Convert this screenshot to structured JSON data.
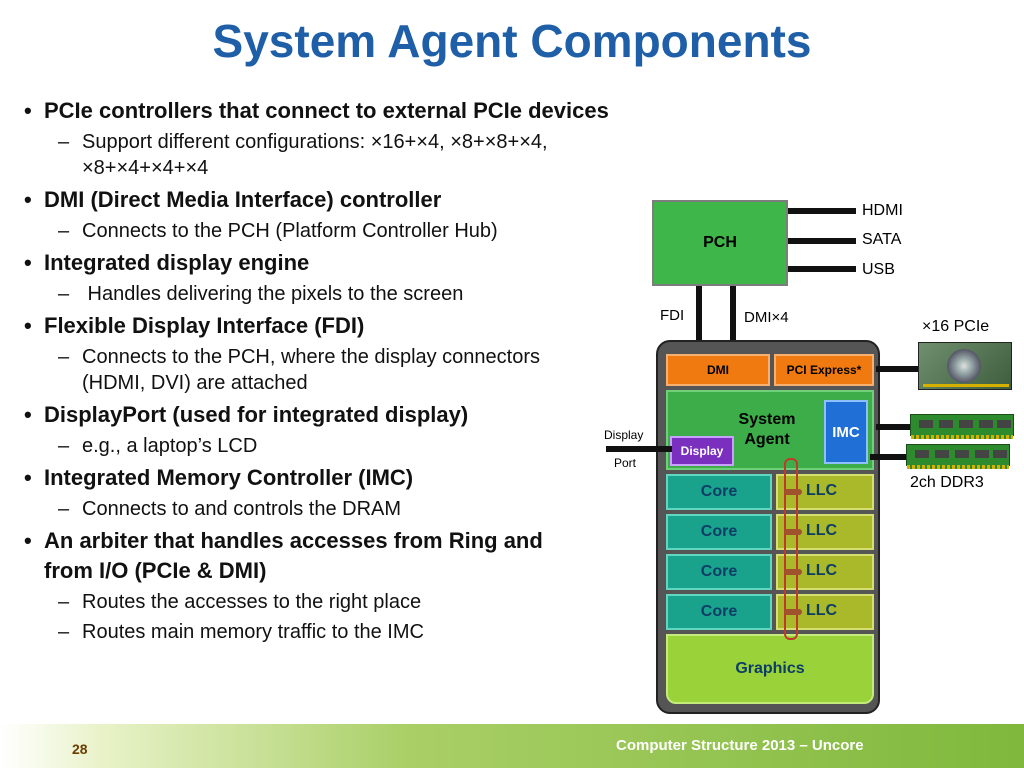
{
  "slide": {
    "title": "System Agent Components",
    "page_number": "28",
    "footer": "Computer Structure 2013 – Uncore"
  },
  "bullets": [
    {
      "text": "PCIe controllers that connect to external PCIe devices",
      "subs": [
        "Support different configurations: ×16+×4, ×8+×8+×4, ×8+×4+×4+×4"
      ]
    },
    {
      "text": "DMI (Direct Media Interface) controller",
      "subs": [
        "Connects to the PCH (Platform Controller Hub)"
      ]
    },
    {
      "text": "Integrated display engine",
      "subs": [
        " Handles delivering the pixels to the screen"
      ]
    },
    {
      "text": "Flexible Display Interface (FDI)",
      "subs": [
        "Connects to the PCH, where the display connectors (HDMI, DVI) are attached"
      ]
    },
    {
      "text": "DisplayPort (used for integrated display)",
      "subs": [
        "e.g., a laptop’s LCD"
      ]
    },
    {
      "text": "Integrated Memory Controller (IMC)",
      "subs": [
        "Connects to and controls the DRAM"
      ]
    },
    {
      "text": "An arbiter that handles accesses from Ring and from I/O (PCIe & DMI)",
      "subs": [
        "Routes the accesses to the right place",
        "Routes main memory traffic to the IMC"
      ]
    }
  ],
  "diagram": {
    "pch": "PCH",
    "pch_outputs": [
      "HDMI",
      "SATA",
      "USB"
    ],
    "fdi": "FDI",
    "dmi_x4": "DMI×4",
    "dmi_block": "DMI",
    "pci_express": "PCI Express*",
    "system_agent": "System Agent",
    "imc": "IMC",
    "display_block": "Display",
    "display_port_1": "Display",
    "display_port_2": "Port",
    "cores": [
      "Core",
      "Core",
      "Core",
      "Core"
    ],
    "llcs": [
      "LLC",
      "LLC",
      "LLC",
      "LLC"
    ],
    "graphics": "Graphics",
    "pcie_x16": "×16 PCIe",
    "ddr3": "2ch DDR3"
  },
  "colors": {
    "title": "#1f5fa8",
    "pch_green": "#3fb64a",
    "core_teal": "#1aa38c",
    "llc_olive": "#a9b92a",
    "graphics_green": "#9ad23a",
    "dmi_orange": "#f07a10",
    "imc_blue": "#1f6fd6",
    "display_purple": "#7a2fbf"
  }
}
